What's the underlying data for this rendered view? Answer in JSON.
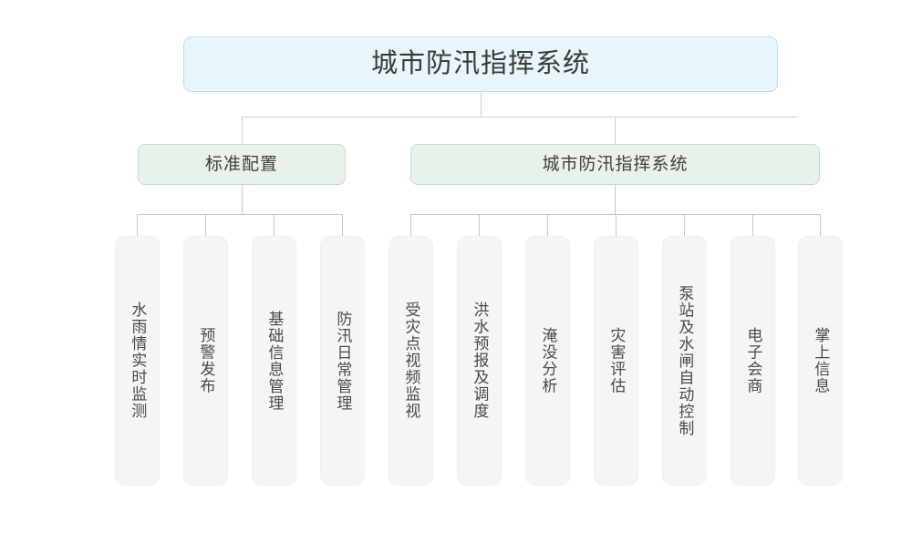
{
  "diagram": {
    "type": "organizational-tree",
    "title": "城市防汛指挥系统",
    "orientation": "top-down",
    "colors": {
      "root_fill": "#e9f4fb",
      "root_border": "#bcdff1",
      "branch_fill": "#e9f2ea",
      "branch_border": "#bfdcc8",
      "leaf_fill": "#f5f5f5",
      "leaf_border": "#efefef",
      "connector": "#c8c8c8",
      "text": "#444444",
      "background": "#ffffff"
    },
    "root": {
      "label": "城市防汛指挥系统"
    },
    "branches": [
      {
        "label": "标准配置",
        "children": [
          {
            "label": "水雨情实时监测"
          },
          {
            "label": "预警发布"
          },
          {
            "label": "基础信息管理"
          },
          {
            "label": "防汛日常管理"
          }
        ]
      },
      {
        "label": "城市防汛指挥系统",
        "children": [
          {
            "label": "受灾点视频监视"
          },
          {
            "label": "洪水预报及调度"
          },
          {
            "label": "淹没分析"
          },
          {
            "label": "灾害评估"
          },
          {
            "label": "泵站及水闸自动控制"
          },
          {
            "label": "电子会商"
          },
          {
            "label": "掌上信息"
          }
        ]
      }
    ]
  }
}
